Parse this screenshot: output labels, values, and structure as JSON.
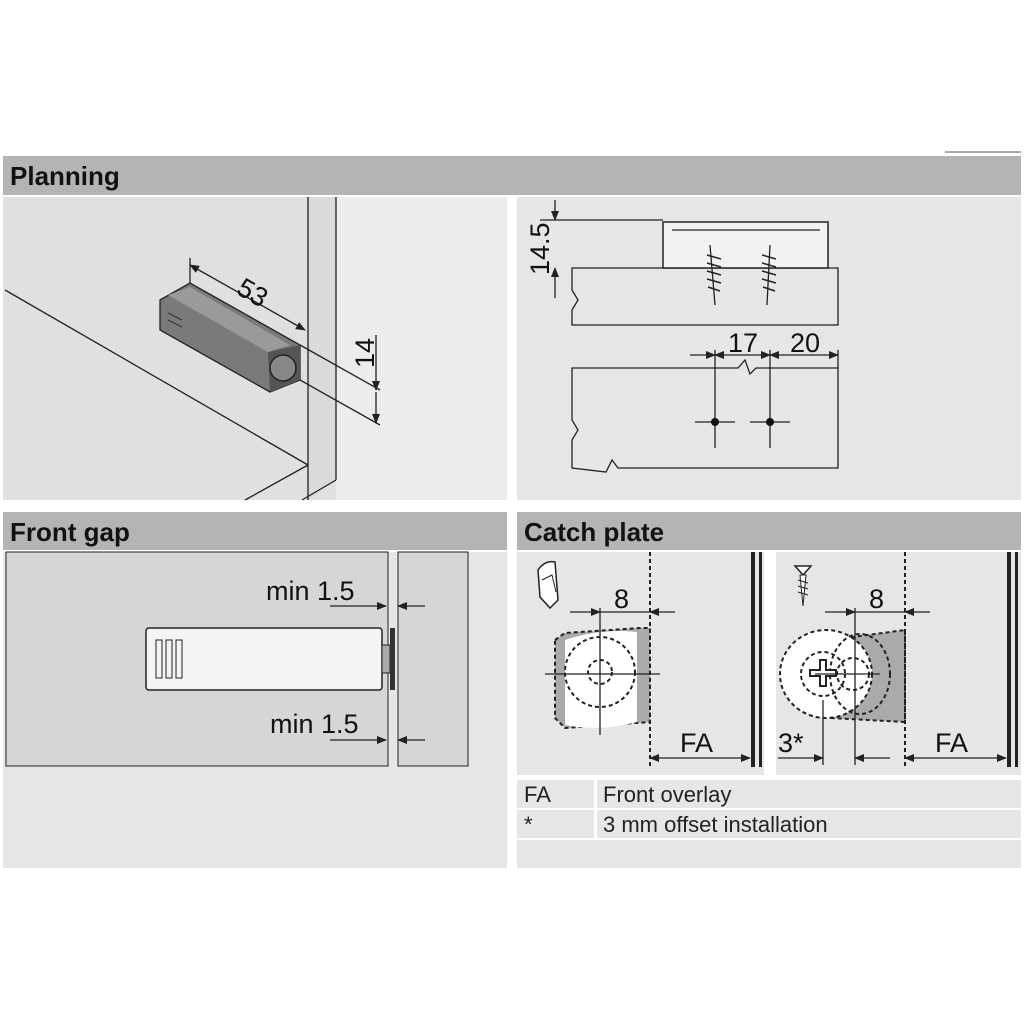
{
  "sections": {
    "planning": {
      "title": "Planning",
      "dim_length": "53",
      "dim_height": "14",
      "dim_top": "14.5",
      "dim_spacing": "17",
      "dim_edge": "20"
    },
    "front_gap": {
      "title": "Front gap",
      "gap_top": "min 1.5",
      "gap_bottom": "min 1.5"
    },
    "catch_plate": {
      "title": "Catch plate",
      "left_dim": "8",
      "right_dim": "8",
      "left_fa": "FA",
      "right_fa": "FA",
      "offset": "3*"
    }
  },
  "legend": [
    {
      "key": "FA",
      "value": "Front overlay"
    },
    {
      "key": "*",
      "value": "3 mm offset installation"
    }
  ],
  "colors": {
    "header": "#b4b4b4",
    "panel": "#e4e4e4",
    "part": "#8a8a8a"
  }
}
